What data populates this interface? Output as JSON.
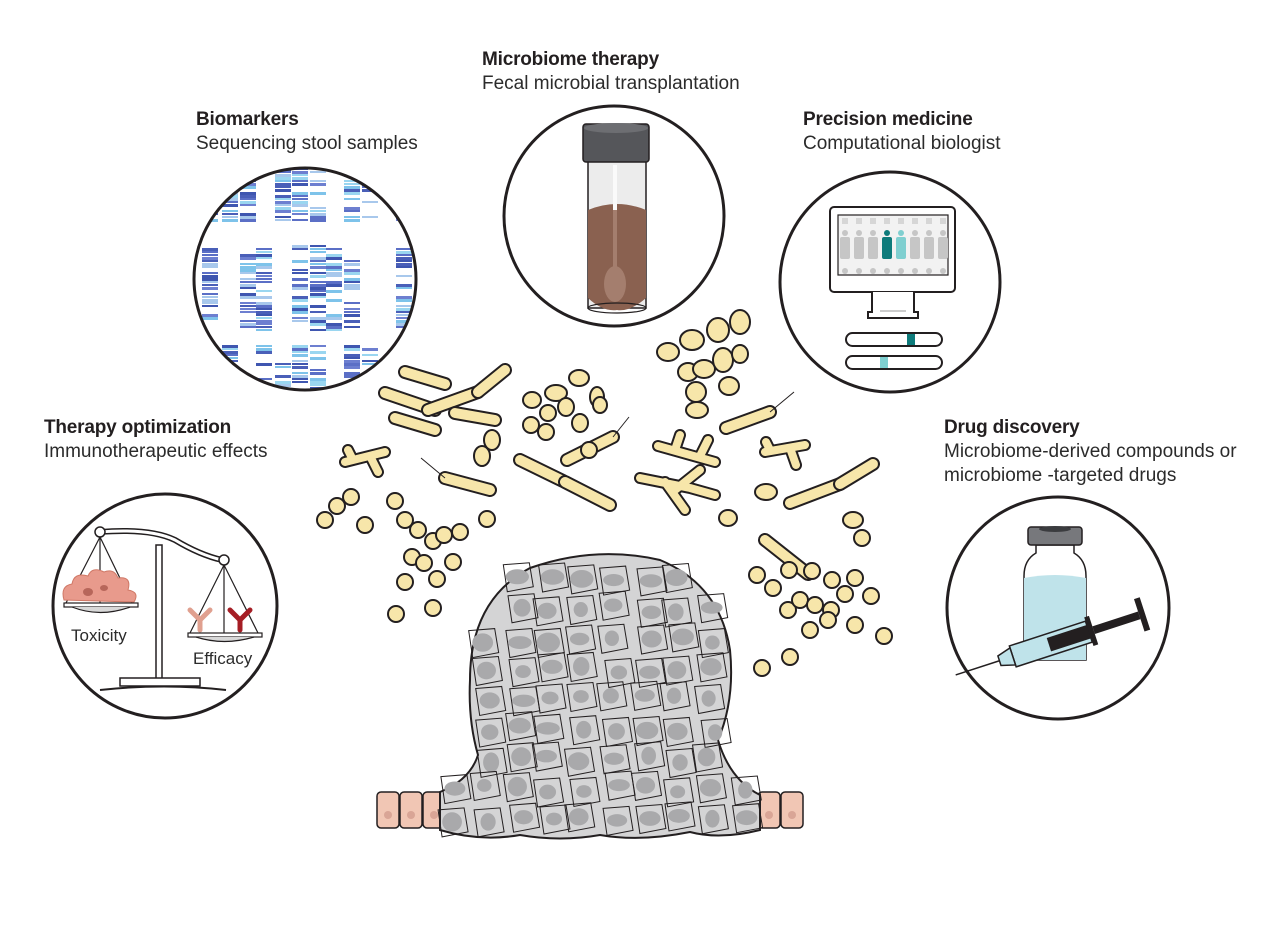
{
  "panels": {
    "microbiome_therapy": {
      "title": "Microbiome therapy",
      "subtitle": "Fecal microbial transplantation",
      "icon": "stool-sample-tube"
    },
    "biomarkers": {
      "title": "Biomarkers",
      "subtitle": "Sequencing stool samples",
      "icon": "sequencing-heatmap"
    },
    "precision_medicine": {
      "title": "Precision medicine",
      "subtitle": "Computational biologist",
      "icon": "computer-monitor"
    },
    "therapy_optimization": {
      "title": "Therapy optimization",
      "subtitle": "Immunotherapeutic effects",
      "icon": "balance-scale",
      "scale_left_label": "Toxicity",
      "scale_right_label": "Efficacy"
    },
    "drug_discovery": {
      "title": "Drug discovery",
      "subtitle_line1": "Microbiome-derived compounds or",
      "subtitle_line2": "microbiome -targeted drugs",
      "icon": "vial-and-syringe"
    }
  },
  "center": {
    "tumor": "tumor-polyp",
    "epithelium": "epithelial-cells",
    "bacteria": "gut-bacteria-cluster"
  },
  "colors": {
    "outline": "#231f20",
    "bacteria_fill": "#f7e6aa",
    "tumor_fill": "#d4d4d5",
    "tumor_nucleus": "#a9a9ab",
    "epithelium_fill": "#f1c6b4",
    "stool": "#8a6150",
    "teal_dark": "#0e7b7b",
    "teal_light": "#7fcfd0",
    "toxicity": "#e89a8c",
    "efficacy_dark": "#a51d24",
    "vial_liquid": "#bfe3ea"
  }
}
